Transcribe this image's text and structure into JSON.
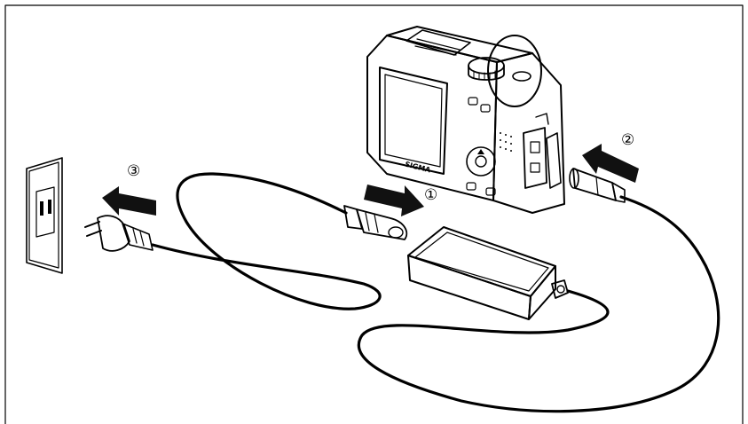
{
  "steps": [
    {
      "id": "1",
      "label": "①"
    },
    {
      "id": "2",
      "label": "②"
    },
    {
      "id": "3",
      "label": "③"
    }
  ],
  "camera_brand": "SIGMA",
  "colors": {
    "ink": "#000000",
    "background": "#ffffff",
    "arrow": "#111111"
  }
}
